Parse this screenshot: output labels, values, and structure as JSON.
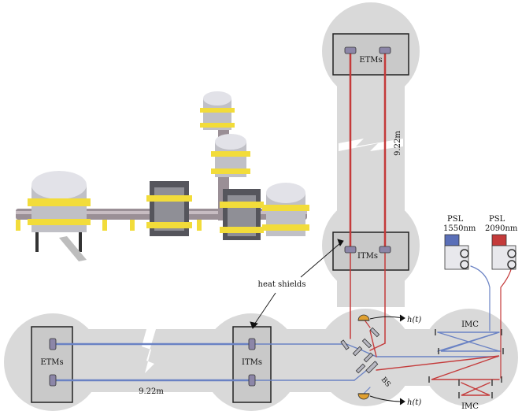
{
  "labels": {
    "etms_vertical": "ETMs",
    "itms_vertical": "ITMs",
    "etms_horizontal": "ETMs",
    "itms_horizontal": "ITMs",
    "arm_length_vertical": "9.22m",
    "arm_length_horizontal": "9.22m",
    "heat_shields": "heat shields",
    "psl_1550": {
      "line1": "PSL",
      "line2": "1550nm"
    },
    "psl_2090": {
      "line1": "PSL",
      "line2": "2090nm"
    },
    "imc_top": "IMC",
    "imc_bottom": "IMC",
    "beam_splitter": "BS",
    "signal_top": "h(t)",
    "signal_bottom": "h(t)"
  },
  "colors": {
    "vacuum_tube": "#d9d9d9",
    "chamber_box": "#c9c9c9",
    "beam_1550": "#6a82c4",
    "beam_2090": "#c43a3a",
    "mirror": "#8c86a8",
    "photodiode": "#e0a030"
  },
  "elements": {
    "rendering_3d": "3d-detector-rendering",
    "psl_1550_icon": "laser-1550nm-icon",
    "psl_2090_icon": "laser-2090nm-icon",
    "photodiode_top_icon": "photodiode-icon",
    "photodiode_bottom_icon": "photodiode-icon"
  }
}
